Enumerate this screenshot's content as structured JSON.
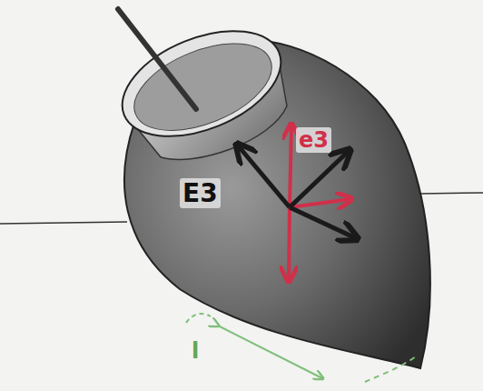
{
  "diagram": {
    "labels": [
      "e3",
      "E3",
      "l"
    ]
  }
}
